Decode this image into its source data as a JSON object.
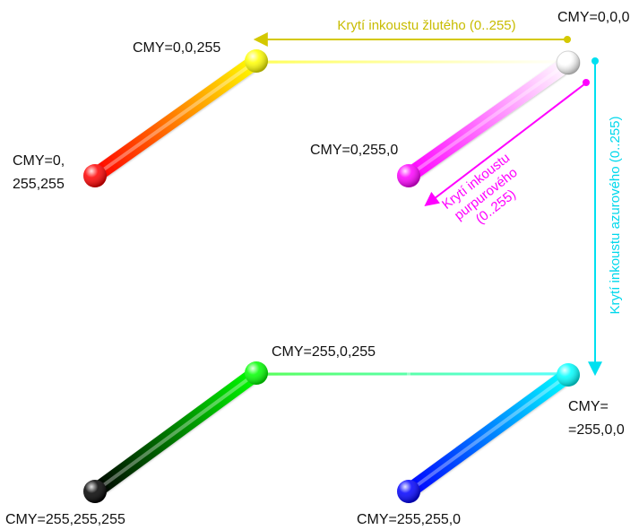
{
  "vertices": {
    "back_top_left": {
      "label": "CMY=0,0,255",
      "color": "#ffff00"
    },
    "back_top_right": {
      "label": "CMY=0,0,0",
      "color": "#ffffff"
    },
    "front_top_left": {
      "label_lines": [
        "CMY=0,",
        "255,255"
      ],
      "color": "#ff0000"
    },
    "front_top_right": {
      "label": "CMY=0,255,0",
      "color": "#ff00ff"
    },
    "back_bottom_left": {
      "label": "CMY=255,0,255",
      "color": "#00ff00"
    },
    "back_bottom_right": {
      "label_lines": [
        "CMY=",
        "=255,0,0"
      ],
      "color": "#00ffff"
    },
    "front_bottom_left": {
      "label": "CMY=255,255,255",
      "color": "#000000"
    },
    "front_bottom_right": {
      "label": "CMY=255,255,0",
      "color": "#0000ff"
    }
  },
  "axes": {
    "yellow": {
      "label": "Krytí inkoustu žlutého (0..255)",
      "color": "#d4c800"
    },
    "magenta": {
      "label_lines": [
        "Krytí inkoustu",
        "purpurového",
        "(0..255)"
      ],
      "color": "#ff00ff"
    },
    "cyan": {
      "label": "Krytí inkoustu azurového (0..255)",
      "color": "#00e0f0"
    }
  }
}
